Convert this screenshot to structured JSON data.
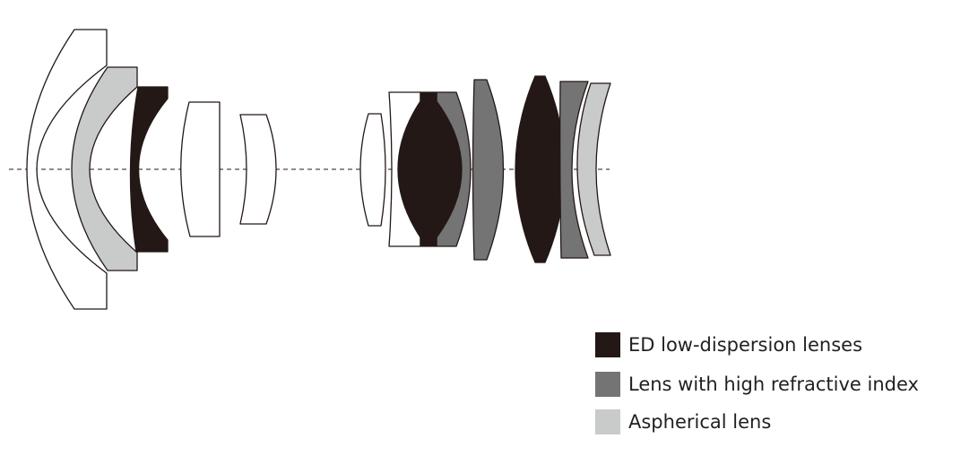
{
  "colors": {
    "ed": "#231815",
    "high_index": "#747474",
    "aspherical": "#c9caca",
    "plain": "#ffffff",
    "outline": "#231815"
  },
  "legend": [
    {
      "label": "ED low-dispersion lenses",
      "color": "#231815"
    },
    {
      "label": "Lens with high refractive index",
      "color": "#747474"
    },
    {
      "label": "Aspherical lens",
      "color": "#c9caca"
    }
  ]
}
